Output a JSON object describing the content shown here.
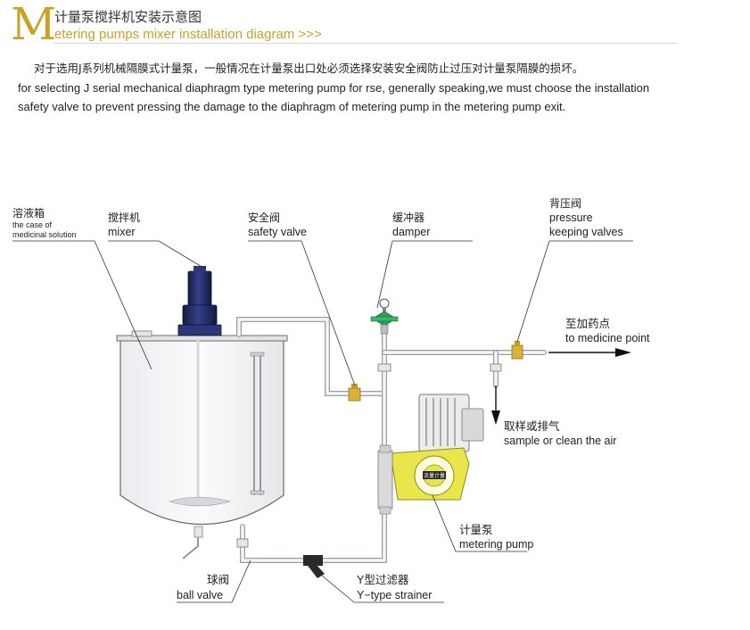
{
  "header": {
    "initial": "M",
    "title_cn": "计量泵搅拌机安装示意图",
    "title_en": "etering pumps mixer installation diagram",
    "chevrons": ">>>"
  },
  "intro": {
    "cn": "对于选用J系列机械隔膜式计量泵，一般情况在计量泵出口处必须选择安装安全阀防止过压对计量泵隔膜的损坏。",
    "en": "for selecting J serial mechanical diaphragm  type metering pump for rse, generally speaking,we must choose the installation   safety valve to prevent  pressing the damage to the diaphragm of metering pump in the  metering pump exit."
  },
  "labels": {
    "tank_cn": "溶液箱",
    "tank_en1": "the case of",
    "tank_en2": "medicinal solution",
    "mixer_cn": "搅拌机",
    "mixer_en": "mixer",
    "safety_cn": "安全阀",
    "safety_en": "safety valve",
    "damper_cn": "缓冲器",
    "damper_en": "damper",
    "pressure_cn": "背压阀",
    "pressure_en1": "pressure",
    "pressure_en2": "keeping valves",
    "dosing_cn": "至加药点",
    "dosing_en": "to medicine point",
    "sample_cn": "取样或排气",
    "sample_en": "sample or clean the air",
    "pump_cn": "计量泵",
    "pump_en": "metering pump",
    "ball_cn": "球阀",
    "ball_en": "ball valve",
    "strainer_cn": "Y型过滤器",
    "strainer_en": "Y−type strainer",
    "pump_badge": "流量计量"
  },
  "colors": {
    "accent": "#c9a227",
    "pump_yellow": "#e8e64a",
    "valve_brass": "#d9b13b",
    "damper_green": "#2fa05a",
    "mixer_navy": "#1f2a5c"
  }
}
